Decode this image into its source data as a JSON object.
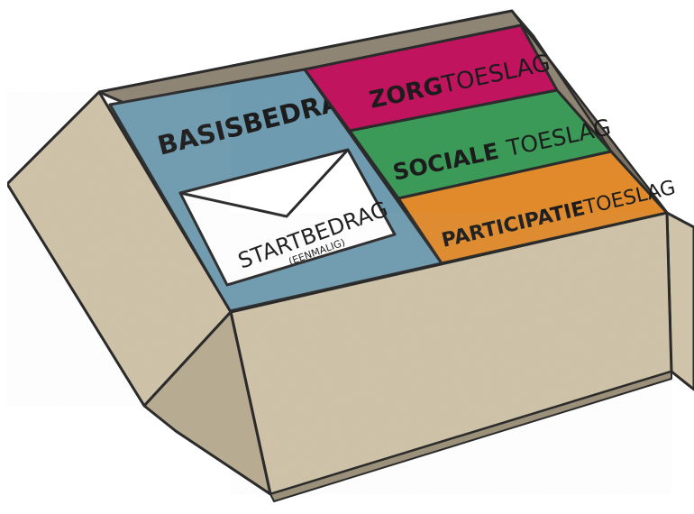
{
  "box": {
    "colors": {
      "cardboard": "#cfc3a9",
      "cardboard_dark": "#b7ab91",
      "cardboard_inner": "#8f8574",
      "outline": "#2b2b2b"
    }
  },
  "compartments": {
    "basis": {
      "label": "BASISBEDRAG",
      "color": "#6f9bb0"
    },
    "zorg": {
      "label_bold": "ZORG",
      "label_rest": "TOESLAG",
      "color": "#c0145f"
    },
    "sociale": {
      "label_bold": "SOCIALE",
      "label_rest": "TOESLAG",
      "color": "#3c9a58"
    },
    "participatie": {
      "label_bold": "PARTICIPATIE",
      "label_rest": "TOESLAG",
      "color": "#e08a2c"
    }
  },
  "envelope": {
    "label": "STARTBEDRAG",
    "sublabel": "(EENMALIG)",
    "icon": "envelope-icon"
  }
}
